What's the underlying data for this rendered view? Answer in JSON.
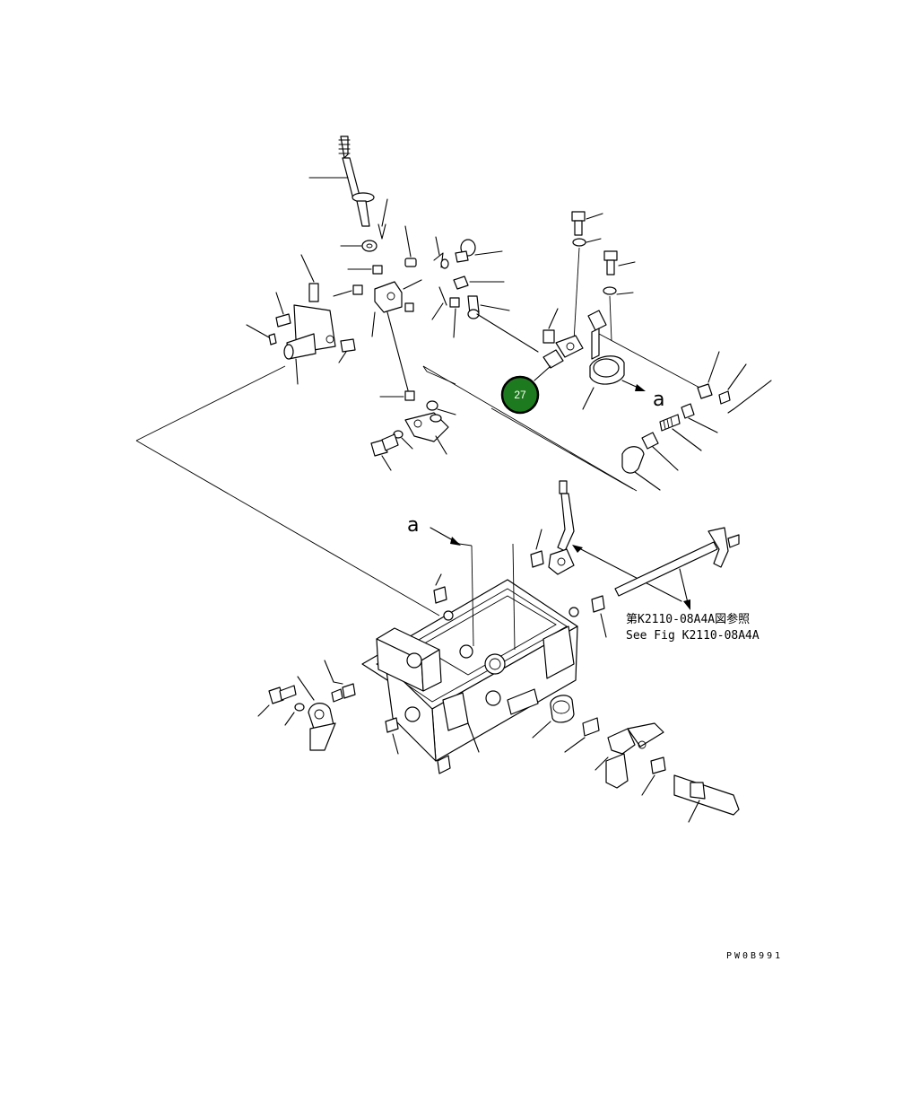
{
  "diagram": {
    "reference_letter_1": "a",
    "reference_letter_2": "a",
    "note_jp": "第K2110-08A4A図参照",
    "note_en": "See Fig K2110-08A4A",
    "drawing_code": "PW0B991",
    "callout": {
      "number": "27",
      "color": "#1e7a1e"
    }
  }
}
